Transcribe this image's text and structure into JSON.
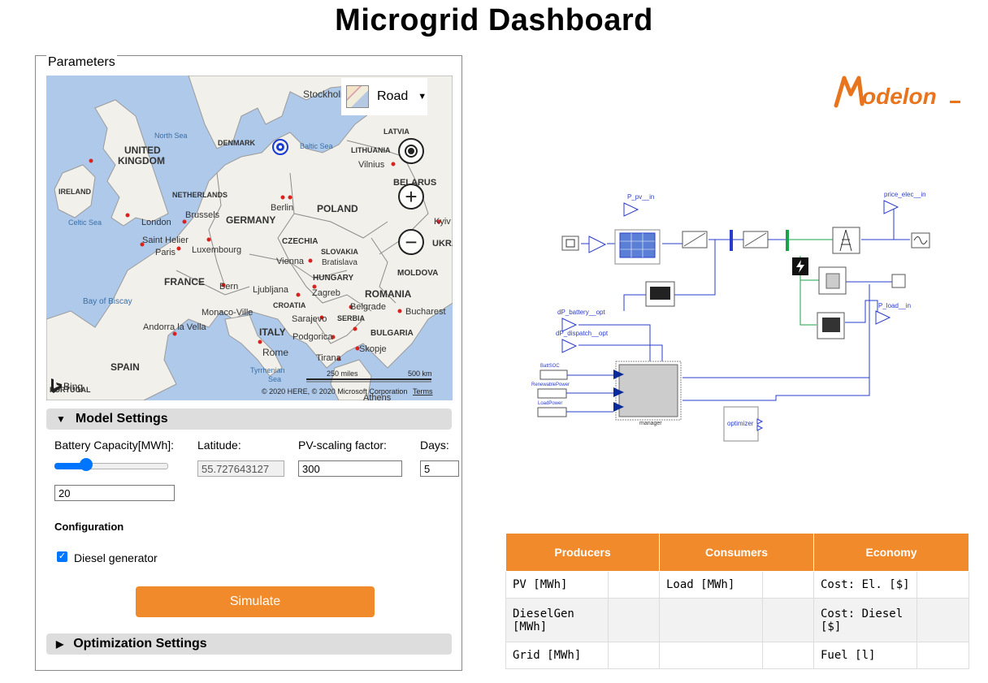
{
  "page_title": "Microgrid Dashboard",
  "parameters": {
    "legend": "Parameters",
    "map": {
      "style_label": "Road",
      "bing_label": "Bing",
      "copyright": "© 2020 HERE, © 2020 Microsoft Corporation",
      "terms": "Terms",
      "scale_miles": "250 miles",
      "scale_km": "500 km",
      "labels": {
        "stockholm": "Stockholm",
        "north_sea": "North Sea",
        "denmark": "DENMARK",
        "baltic_sea": "Baltic Sea",
        "latvia": "LATVIA",
        "lithuania": "LITHUANIA",
        "united_kingdom_1": "UNITED",
        "united_kingdom_2": "KINGDOM",
        "vilnius": "Vilnius",
        "belarus": "BELARUS",
        "ireland": "IRELAND",
        "netherlands": "NETHERLANDS",
        "berlin": "Berlin",
        "poland": "POLAND",
        "kyiv": "Kyiv",
        "celtic_sea": "Celtic Sea",
        "london": "London",
        "brussels": "Brussels",
        "germany": "GERMANY",
        "saint_helier": "Saint Helier",
        "czechia": "CZECHIA",
        "ukraine": "UKRAI",
        "paris": "Paris",
        "luxembourg": "Luxembourg",
        "slovakia": "SLOVAKIA",
        "vienna": "Vienna",
        "bratislava": "Bratislava",
        "moldova": "MOLDOVA",
        "france": "FRANCE",
        "hungary": "HUNGARY",
        "bern": "Bern",
        "ljubljana": "Ljubljana",
        "zagreb": "Zagreb",
        "romania": "ROMANIA",
        "bay_of_biscay": "Bay of Biscay",
        "croatia": "CROATIA",
        "belgrade": "Belgrade",
        "bucharest": "Bucharest",
        "monaco": "Monaco-Ville",
        "sarajevo": "Sarajevo",
        "serbia": "SERBIA",
        "andorra": "Andorra la Vella",
        "italy": "ITALY",
        "podgorica": "Podgorica",
        "bulgaria": "BULGARIA",
        "skopje": "Skopje",
        "rome": "Rome",
        "tirana": "Tirana",
        "spain": "SPAIN",
        "tyrrhenian_1": "Tyrrhenian",
        "tyrrhenian_2": "Sea",
        "portugal": "PORTUGAL",
        "athens": "Athens"
      }
    },
    "model_settings": {
      "title": "Model Settings",
      "battery_label": "Battery Capacity[MWh]:",
      "battery_slider_fraction": 0.25,
      "battery_value": "20",
      "latitude_label": "Latitude:",
      "latitude_value": "55.727643127",
      "pv_label": "PV-scaling factor:",
      "pv_value": "300",
      "days_label": "Days:",
      "days_value": "5",
      "configuration_label": "Configuration",
      "diesel_label": "Diesel generator",
      "diesel_checked": true
    },
    "simulate_label": "Simulate",
    "optimization_settings_title": "Optimization Settings"
  },
  "logo_text": "odelon",
  "diagram": {
    "p_pv_in": "P_pv__in",
    "price_elec_in": "price_elec__in",
    "p_load_in": "P_load__in",
    "dp_battery_opt": "dP_battery__opt",
    "dp_dispatch_opt": "dP_dispatch__opt",
    "batt_soc": "BattSOC",
    "renewable_power": "RenewablePower",
    "load_power": "LoadPower",
    "manager": "manager",
    "optimizer": "optimizer"
  },
  "results_table": {
    "headers": [
      "Producers",
      "Consumers",
      "Economy"
    ],
    "rows": [
      [
        "PV [MWh]",
        "",
        "Load [MWh]",
        "",
        "Cost: El. [$]",
        ""
      ],
      [
        "DieselGen [MWh]",
        "",
        "",
        "",
        "Cost: Diesel [$]",
        ""
      ],
      [
        "Grid [MWh]",
        "",
        "",
        "",
        "Fuel [l]",
        ""
      ]
    ]
  }
}
